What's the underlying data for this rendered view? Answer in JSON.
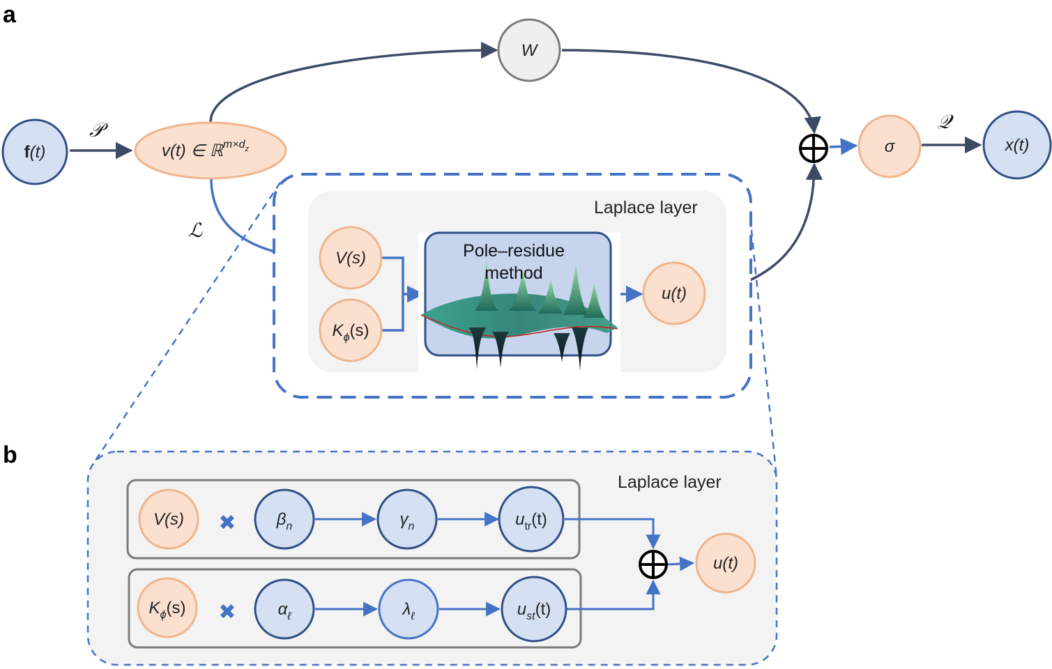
{
  "panels": {
    "a": "a",
    "b": "b"
  },
  "a": {
    "nodes": {
      "f": {
        "bold": "f",
        "rest": "(t)"
      },
      "v": {
        "pre": "v(t) ∈ ℝ",
        "sup": "m×d",
        "supsub": "z"
      },
      "W": "W",
      "sigma": "σ",
      "x": "x(t)",
      "V": "V(s)",
      "K": {
        "main": "K",
        "sub": "ϕ",
        "rest": "(s)"
      },
      "u": "u(t)"
    },
    "edge_labels": {
      "P": "𝒫",
      "L": "ℒ",
      "Q": "𝒬"
    },
    "sum_symbol": "⊕",
    "laplace_title": "Laplace layer",
    "pole_box": {
      "line1": "Pole–residue",
      "line2": "method"
    }
  },
  "b": {
    "laplace_title": "Laplace layer",
    "row1": {
      "V": "V(s)",
      "times": "✖",
      "beta": {
        "main": "β",
        "sub": "n"
      },
      "gamma": {
        "main": "γ",
        "sub": "n"
      },
      "u": {
        "main": "u",
        "sub": "tr",
        "rest": "(t)"
      }
    },
    "row2": {
      "K": {
        "main": "K",
        "sub": "ϕ",
        "rest": "(s)"
      },
      "times": "✖",
      "alpha": {
        "main": "α",
        "sub": "ℓ"
      },
      "lambda": {
        "main": "λ",
        "sub": "ℓ"
      },
      "u": {
        "main": "u",
        "sub": "st",
        "rest": "(t)"
      }
    },
    "sum_symbol": "⊕",
    "u_out": "u(t)"
  },
  "colors": {
    "blue_fill": "#d6e0f3",
    "blue_stroke": "#2f4f86",
    "orange_fill": "#fbe0cf",
    "orange_stroke": "#f0b48c",
    "grey_fill": "#efefef",
    "grey_stroke": "#7a7a7a",
    "dark_arrow": "#3d4a66",
    "blue_arrow": "#4472c4",
    "panel_bg": "#f3f3f3"
  }
}
